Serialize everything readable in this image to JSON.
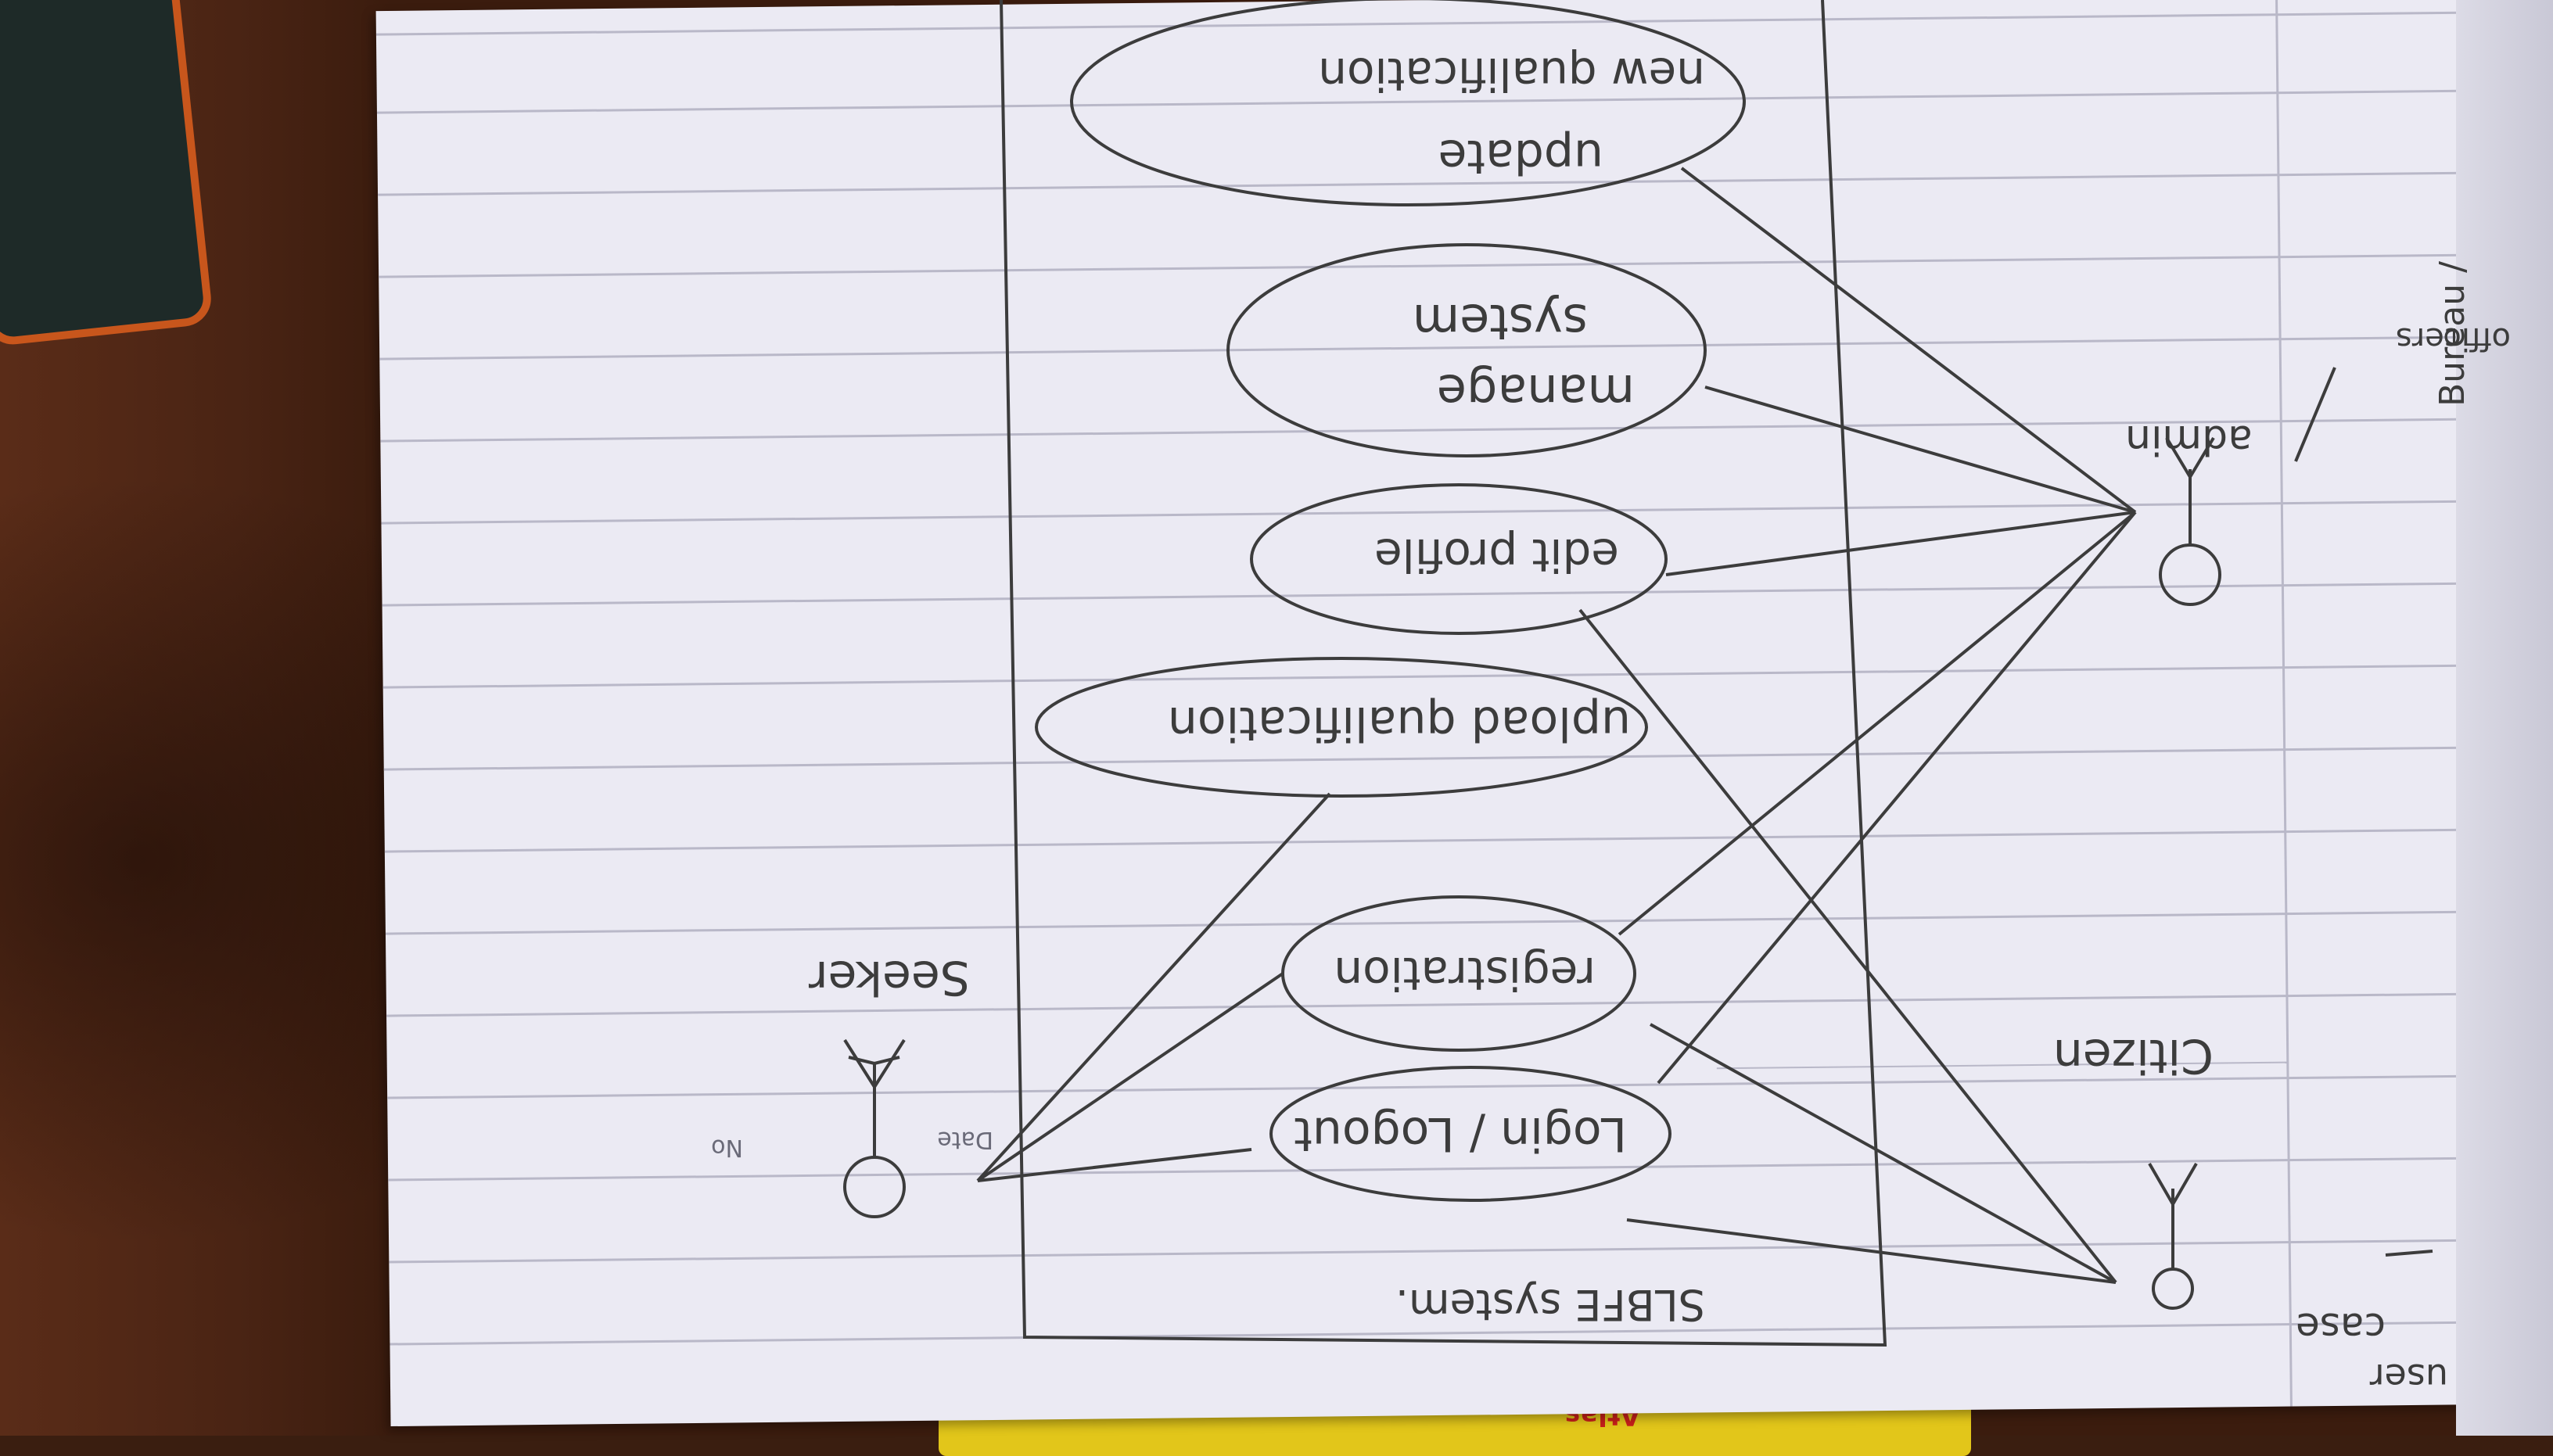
{
  "photo": {
    "subject": "hand-drawn use case diagram in a notebook",
    "ink_color": "#3c3c3c",
    "paper_color": "#ebeaf3",
    "rule_color": "#b9b8c8"
  },
  "header": {
    "title_line1": "user",
    "title_line2": "case",
    "date_label": "Date",
    "no_label": "No"
  },
  "diagram": {
    "system_name": "SLBFE system.",
    "actors": [
      {
        "label": "Citizen"
      },
      {
        "label": "Seeker"
      },
      {
        "label_line1": "Bureau /",
        "label_line2": "admin",
        "label_line3": "officers"
      }
    ],
    "use_cases": [
      {
        "label_line1": "Login / Logout",
        "label_line2": ""
      },
      {
        "label_line1": "registration",
        "label_line2": ""
      },
      {
        "label_line1": "upload qualification",
        "label_line2": ""
      },
      {
        "label_line1": "edit profile",
        "label_line2": ""
      },
      {
        "label_line1": "manage",
        "label_line2": "system"
      },
      {
        "label_line1": "update",
        "label_line2": "new qualification"
      }
    ]
  },
  "sticker": {
    "text": "Atlas"
  }
}
